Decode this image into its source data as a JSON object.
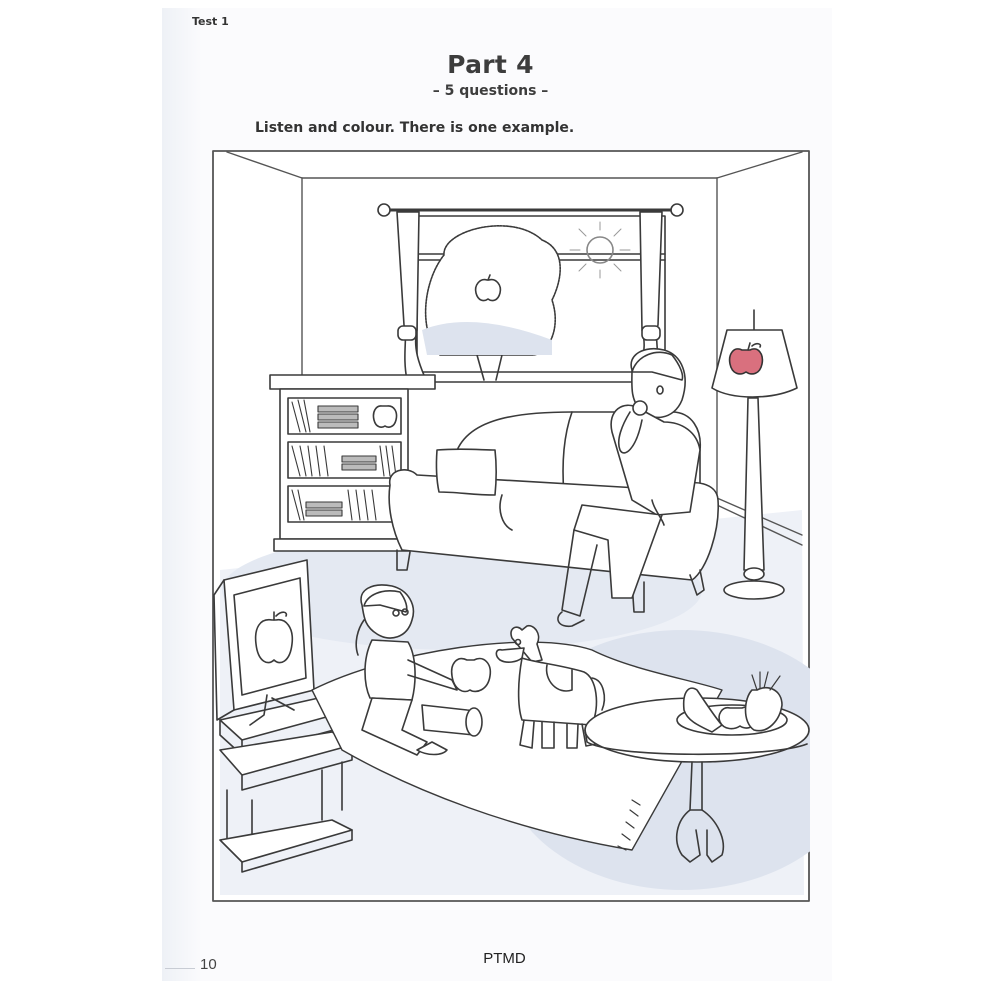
{
  "page": {
    "header_label": "Test 1",
    "title": "Part 4",
    "subtitle": "– 5 questions –",
    "instruction": "Listen and colour. There is one example.",
    "page_number": "10",
    "watermark": "PTMD"
  },
  "illustration": {
    "scene": "living-room",
    "items": [
      {
        "name": "window",
        "label": "window with tree, apple and sun"
      },
      {
        "name": "bookcase",
        "label": "bookcase with books and apple"
      },
      {
        "name": "sofa",
        "label": "sofa with cushion"
      },
      {
        "name": "man",
        "label": "man eating apple on sofa"
      },
      {
        "name": "lamp",
        "label": "floor lamp with apple on shade",
        "coloured": true
      },
      {
        "name": "television",
        "label": "TV showing apple"
      },
      {
        "name": "girl",
        "label": "girl holding apple"
      },
      {
        "name": "horse-toy",
        "label": "toy horse"
      },
      {
        "name": "rug",
        "label": "rug"
      },
      {
        "name": "table",
        "label": "round table with fruit bowl"
      },
      {
        "name": "fruit-bowl",
        "label": "banana, apple and pineapple"
      }
    ],
    "colors": {
      "line": "#3a3a3a",
      "shadow": "#dde3ee",
      "example_apple": "#d9707e",
      "frame": "#555555"
    }
  }
}
